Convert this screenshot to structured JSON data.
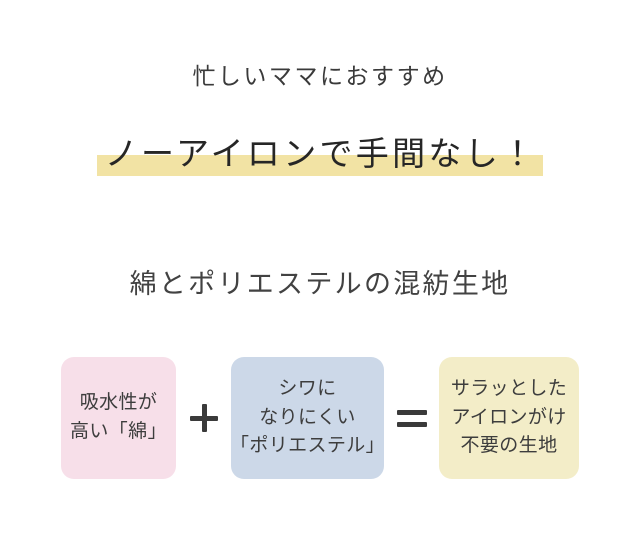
{
  "page": {
    "background_color": "#ffffff",
    "text_color": "#2f2f2f"
  },
  "eyebrow": {
    "text": "忙しいママにおすすめ"
  },
  "headline": {
    "text": "ノーアイロンで手間なし！",
    "highlight_color": "#f2e3a4"
  },
  "subhead": {
    "text": "綿とポリエステルの混紡生地"
  },
  "formula": {
    "cards": [
      {
        "id": "cotton",
        "background_color": "#f7dfe9",
        "lines": [
          "吸水性が",
          "高い「綿」"
        ]
      },
      {
        "id": "polyester",
        "background_color": "#ccd8e8",
        "lines": [
          "シワに",
          "なりにくい",
          "「ポリエステル」"
        ]
      },
      {
        "id": "result",
        "background_color": "#f3edc8",
        "lines": [
          "サラッとした",
          "アイロンがけ",
          "不要の生地"
        ]
      }
    ],
    "operators": [
      {
        "id": "plus",
        "symbol": "＋",
        "name": "plus"
      },
      {
        "id": "equals",
        "symbol": "＝",
        "name": "equals"
      }
    ]
  }
}
